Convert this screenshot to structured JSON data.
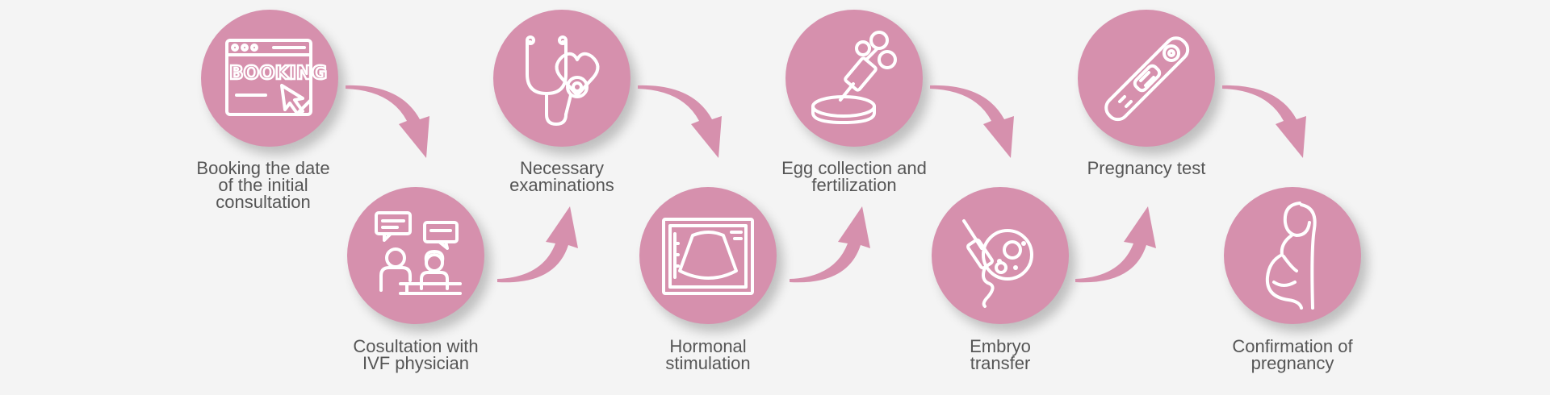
{
  "steps": [
    {
      "label": "Booking the date\nof the initial\nconsultation",
      "icon": "booking-calendar-icon",
      "icon_text": "BOOKING"
    },
    {
      "label": "Cosultation with\nIVF physician",
      "icon": "doctor-consultation-icon"
    },
    {
      "label": "Necessary\nexaminations",
      "icon": "stethoscope-heart-icon"
    },
    {
      "label": "Hormonal\nstimulation",
      "icon": "ultrasound-screen-icon"
    },
    {
      "label": "Egg collection and\nfertilization",
      "icon": "syringe-petri-dish-icon"
    },
    {
      "label": "Embryo\ntransfer",
      "icon": "embryo-injection-icon"
    },
    {
      "label": "Pregnancy test",
      "icon": "pregnancy-test-icon"
    },
    {
      "label": "Confirmation of\npregnancy",
      "icon": "pregnant-woman-icon"
    }
  ],
  "colors": {
    "circle": "#d690ad",
    "arrow": "#d690ad",
    "text": "#555555",
    "background": "#f4f4f4"
  }
}
